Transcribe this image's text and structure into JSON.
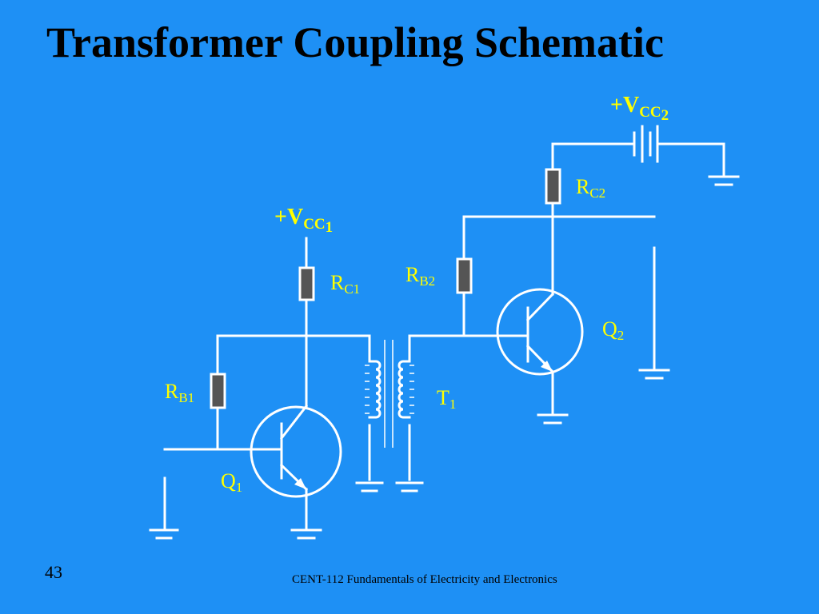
{
  "slide": {
    "title": "Transformer Coupling Schematic",
    "number": "43",
    "footer": "CENT-112 Fundamentals of Electricity and Electronics"
  },
  "colors": {
    "background": "#1e90f5",
    "wire": "#ffffff",
    "label": "#ffff00",
    "resistor_fill": "#555555",
    "title": "#000000"
  },
  "labels": {
    "vcc1": {
      "sign": "+",
      "main": "V",
      "sub": "CC",
      "subsub": "1"
    },
    "vcc2": {
      "sign": "+",
      "main": "V",
      "sub": "CC",
      "subsub": "2"
    },
    "rc1": {
      "main": "R",
      "sub": "C1"
    },
    "rb1": {
      "main": "R",
      "sub": "B1"
    },
    "rc2": {
      "main": "R",
      "sub": "C2"
    },
    "rb2": {
      "main": "R",
      "sub": "B2"
    },
    "q1": {
      "main": "Q",
      "sub": "1"
    },
    "q2": {
      "main": "Q",
      "sub": "2"
    },
    "t1": {
      "main": "T",
      "sub": "1"
    }
  },
  "components": {
    "transistors": [
      "Q1",
      "Q2"
    ],
    "resistors": [
      "RC1",
      "RB1",
      "RC2",
      "RB2"
    ],
    "transformer": "T1",
    "battery": "VCC2",
    "grounds": 7
  }
}
